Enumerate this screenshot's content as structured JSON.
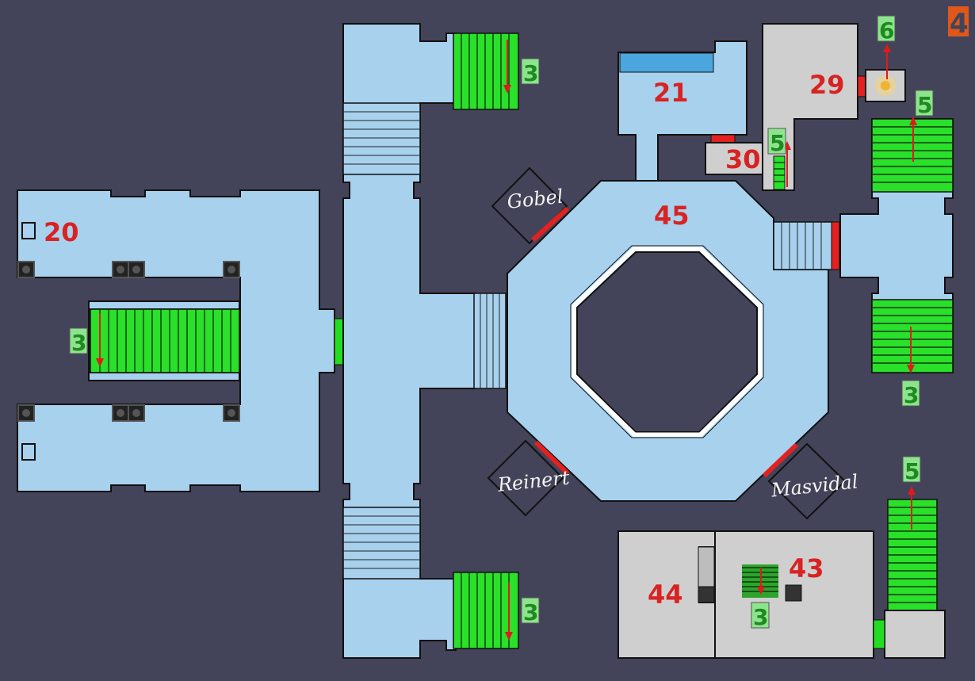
{
  "floor": {
    "label": "4",
    "color": "#e0571a"
  },
  "rooms": {
    "r20": "20",
    "r21": "21",
    "r29": "29",
    "r30": "30",
    "r43": "43",
    "r44": "44",
    "r45": "45"
  },
  "level_markers": {
    "top_stairs": "3",
    "bottom_stairs": "3",
    "left_stairs": "3",
    "right_lower_stairs": "3",
    "room43_stairs": "3",
    "right_upper_stairs": "5",
    "room30_ladder": "5",
    "bottom_right_stairs": "5",
    "room29_exit": "6"
  },
  "boss_doors": {
    "gobel": "Gobel",
    "reinert": "Reinert",
    "masvidal": "Masvidal"
  },
  "colors": {
    "background": "#434459",
    "room_blue": "#a8d1ee",
    "room_grey": "#cfcfcf",
    "stairs_green": "#2ae02a",
    "door_red": "#e32121",
    "room_number_red": "#d92222"
  }
}
